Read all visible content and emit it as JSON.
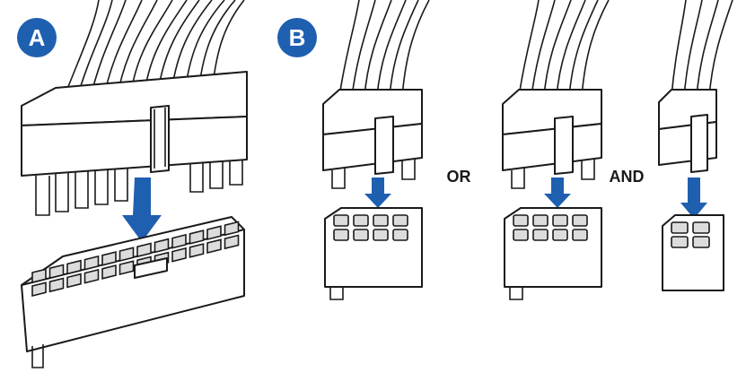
{
  "labels": {
    "panel_a": "A",
    "panel_b": "B",
    "or": "OR",
    "and": "AND"
  },
  "colors": {
    "badge": "#1f5fb0",
    "arrow": "#1f5fb0",
    "outline": "#1a1a1a",
    "socket_fill": "#dcdcdc"
  },
  "icons": {
    "badge": "circle-badge",
    "arrow": "down-arrow-icon"
  }
}
